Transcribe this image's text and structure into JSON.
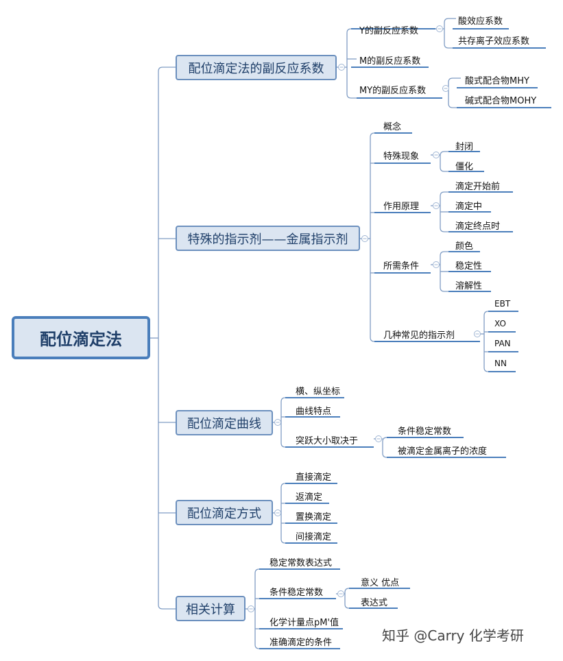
{
  "root": "配位滴定法",
  "branches": {
    "b1": {
      "label": "配位滴定法的副反应系数",
      "c1": "Y的副反应系数",
      "c1a": "酸效应系数",
      "c1b": "共存离子效应系数",
      "c2": "M的副反应系数",
      "c3": "MY的副反应系数",
      "c3a": "酸式配合物MHY",
      "c3b": "碱式配合物MOHY"
    },
    "b2": {
      "label": "特殊的指示剂——金属指示剂",
      "c1": "概念",
      "c2": "特殊现象",
      "c2a": "封闭",
      "c2b": "僵化",
      "c3": "作用原理",
      "c3a": "滴定开始前",
      "c3b": "滴定中",
      "c3c": "滴定终点时",
      "c4": "所需条件",
      "c4a": "颜色",
      "c4b": "稳定性",
      "c4c": "溶解性",
      "c5": "几种常见的指示剂",
      "c5a": "EBT",
      "c5b": "XO",
      "c5c": "PAN",
      "c5d": "NN"
    },
    "b3": {
      "label": "配位滴定曲线",
      "c1": "横、纵坐标",
      "c2": "曲线特点",
      "c3": "突跃大小取决于",
      "c3a": "条件稳定常数",
      "c3b": "被滴定金属离子的浓度"
    },
    "b4": {
      "label": "配位滴定方式",
      "c1": "直接滴定",
      "c2": "返滴定",
      "c3": "置换滴定",
      "c4": "间接滴定"
    },
    "b5": {
      "label": "相关计算",
      "c1": "稳定常数表达式",
      "c2": "条件稳定常数",
      "c2a": "意义 优点",
      "c2b": "表达式",
      "c3": "化学计量点pM'值",
      "c4": "准确滴定的条件"
    }
  },
  "watermark": "知乎 @Carry 化学考研",
  "colors": {
    "line": "#4a7ebb",
    "box_fill": "#dbe5f1",
    "box_border": "#6b8fbd",
    "text": "#1f3f69"
  }
}
